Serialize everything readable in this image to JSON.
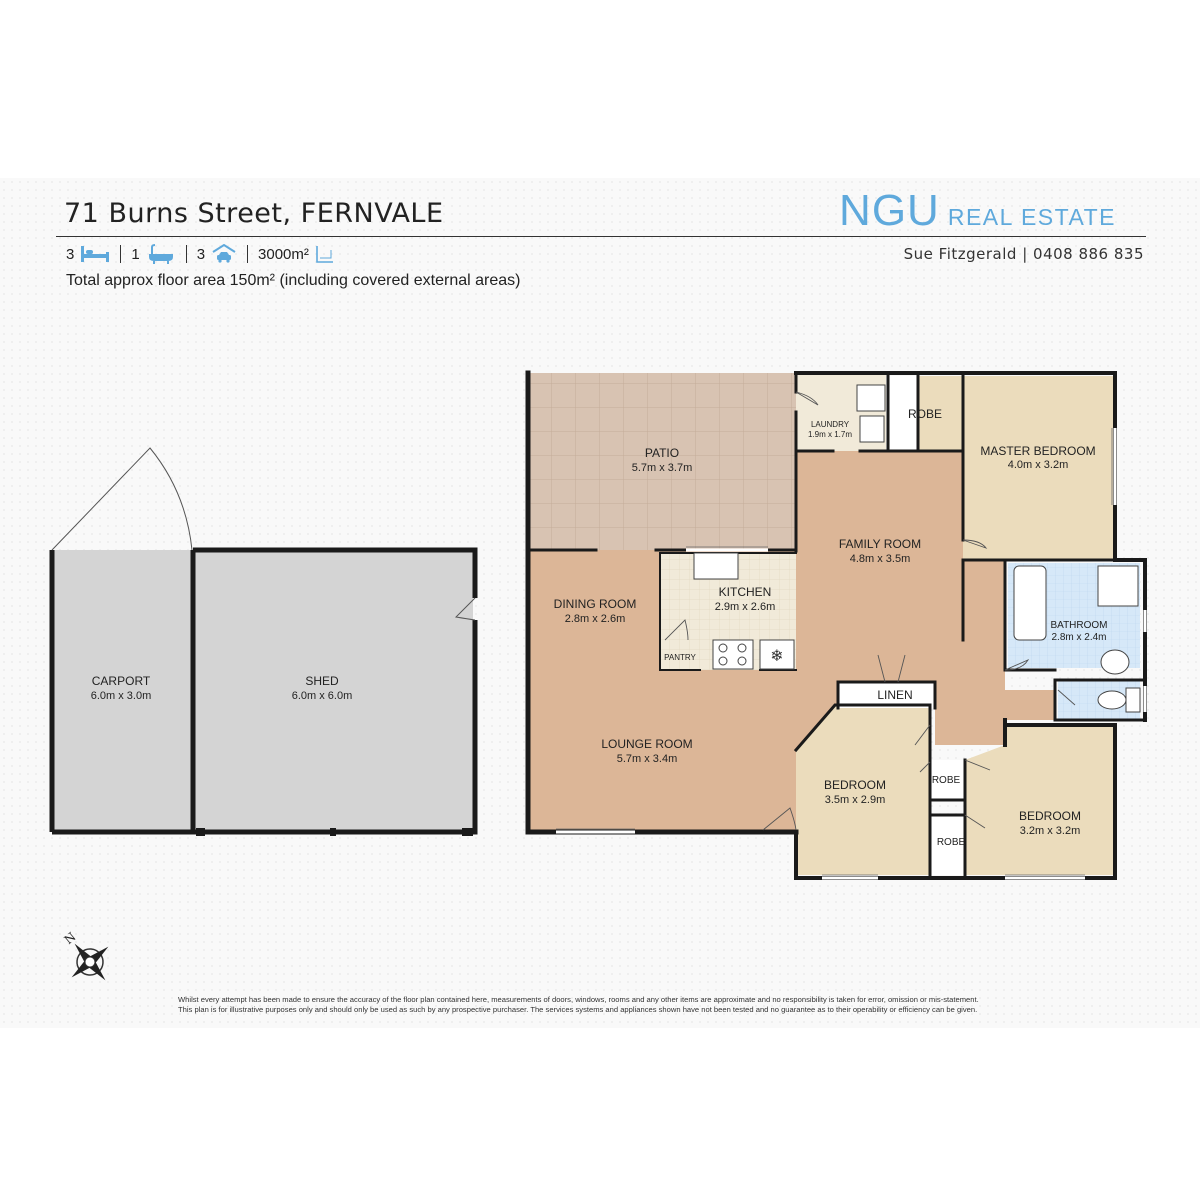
{
  "header": {
    "address": "71 Burns Street, FERNVALE",
    "stats": {
      "beds": "3",
      "baths": "1",
      "cars": "3",
      "land": "3000m²"
    },
    "floor_area": "Total approx floor area 150m² (including covered external areas)"
  },
  "brand": {
    "name_big": "NGU",
    "name_small": "REAL ESTATE",
    "agent": "Sue Fitzgerald | 0408 886 835"
  },
  "rooms": {
    "patio": {
      "name": "PATIO",
      "dims": "5.7m x 3.7m"
    },
    "laundry": {
      "name": "LAUNDRY",
      "dims": "1.9m x 1.7m"
    },
    "robe_master": {
      "name": "ROBE"
    },
    "master_bedroom": {
      "name": "MASTER BEDROOM",
      "dims": "4.0m x 3.2m"
    },
    "family_room": {
      "name": "FAMILY ROOM",
      "dims": "4.8m x 3.5m"
    },
    "kitchen": {
      "name": "KITCHEN",
      "dims": "2.9m x 2.6m"
    },
    "dining_room": {
      "name": "DINING ROOM",
      "dims": "2.8m x 2.6m"
    },
    "pantry": {
      "name": "PANTRY"
    },
    "bathroom": {
      "name": "BATHROOM",
      "dims": "2.8m x 2.4m"
    },
    "linen": {
      "name": "LINEN"
    },
    "lounge_room": {
      "name": "LOUNGE ROOM",
      "dims": "5.7m x 3.4m"
    },
    "bedroom_2": {
      "name": "BEDROOM",
      "dims": "3.5m x 2.9m"
    },
    "robe_2": {
      "name": "ROBE"
    },
    "robe_3": {
      "name": "ROBE"
    },
    "bedroom_3": {
      "name": "BEDROOM",
      "dims": "3.2m x 3.2m"
    },
    "carport": {
      "name": "CARPORT",
      "dims": "6.0m x 3.0m"
    },
    "shed": {
      "name": "SHED",
      "dims": "6.0m x 6.0m"
    }
  },
  "compass": {
    "label": "N"
  },
  "disclaimer": {
    "line1": "Whilst every attempt has been made to ensure the accuracy of the floor plan contained here, measurements of doors, windows, rooms and any other items are approximate and no responsibility is taken for error, omission or mis-statement.",
    "line2": "This plan is for illustrative purposes only and should only be used as such by any prospective purchaser. The services systems and appliances shown have not been tested and no guarantee as to their operability or efficiency can be given."
  },
  "colors": {
    "brand": "#5fa9dc",
    "wall": "#1a1a1a",
    "timber": "#dcb697",
    "bedroom": "#ebdcbc",
    "patio": "#d8c3b2",
    "kitchen": "#f1ead9",
    "wet_area": "#d6e8f8",
    "garage": "#d4d4d4"
  }
}
